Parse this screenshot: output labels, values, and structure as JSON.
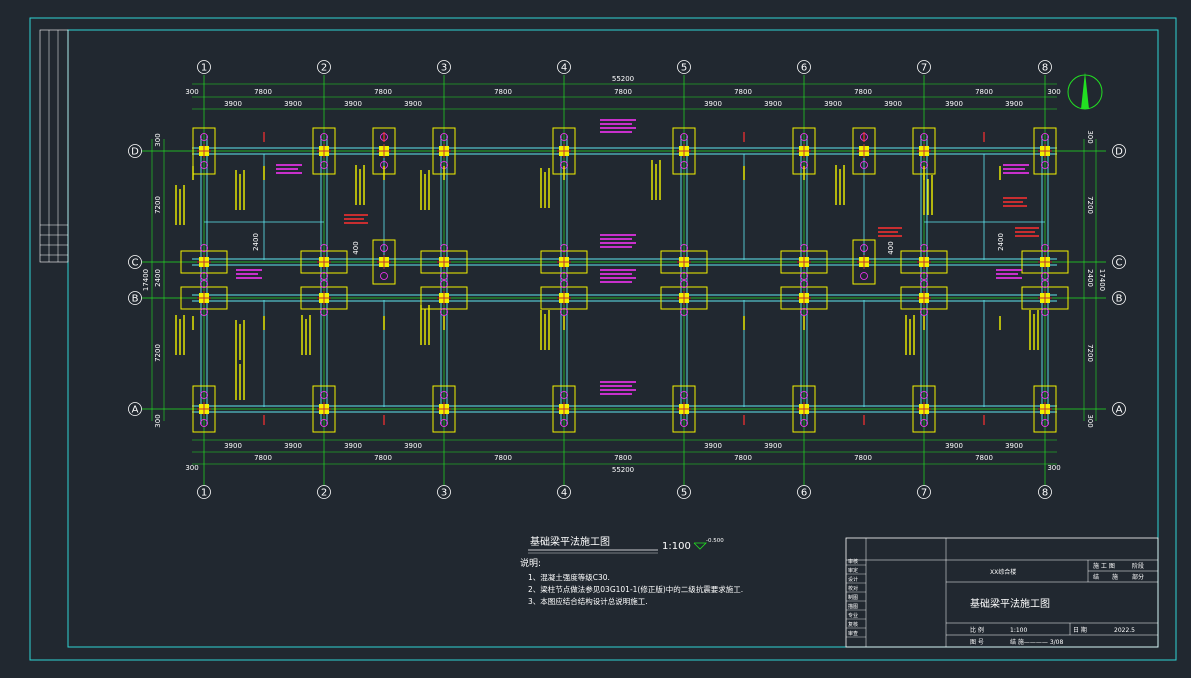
{
  "drawing": {
    "title": "基础梁平法施工图",
    "scale_label": "1:100",
    "elevation_mark": "-0.500",
    "notes_heading": "说明:",
    "notes": [
      "1、混凝土强度等级C30.",
      "2、梁柱节点做法参见03G101-1(修正版)中的二级抗震要求施工.",
      "3、本图应结合结构设计总说明施工."
    ]
  },
  "axes": {
    "x_labels": [
      "1",
      "2",
      "3",
      "4",
      "5",
      "6",
      "7",
      "8"
    ],
    "y_labels": [
      "D",
      "C",
      "B",
      "A"
    ]
  },
  "dimensions": {
    "total_x": "55200",
    "total_y": "17400",
    "bay_x": "7800",
    "half_bay_x": "3900",
    "end_margin": "300",
    "bay_y_outer": "7200",
    "bay_y_middle": "2400",
    "stair_offset": "400"
  },
  "title_block": {
    "left_labels": [
      "审核",
      "审定",
      "设计",
      "校对",
      "制图",
      "描图",
      "专业",
      "复核",
      "审查"
    ],
    "project_label": "XX综合楼",
    "drawing_name": "基础梁平法施工图",
    "scale_key": "比 例",
    "scale_value": "1:100",
    "date_key": "日 期",
    "date_value": "2022.5",
    "sheet_key": "图 号",
    "sheet_value": "结 施———— 3/08",
    "top_right": [
      "施 工 图",
      "阶段",
      "结",
      "施",
      "部分"
    ]
  },
  "colors": {
    "background": "#212830",
    "frame": "#2fd3d3",
    "grid": "#22e022",
    "column": "#f2f200",
    "beam": "#5fe8f0",
    "tag_magenta": "#ff33ff",
    "tag_red": "#ff3030",
    "text": "#ffffff"
  },
  "icons": {
    "north_arrow": "north-arrow-icon"
  }
}
